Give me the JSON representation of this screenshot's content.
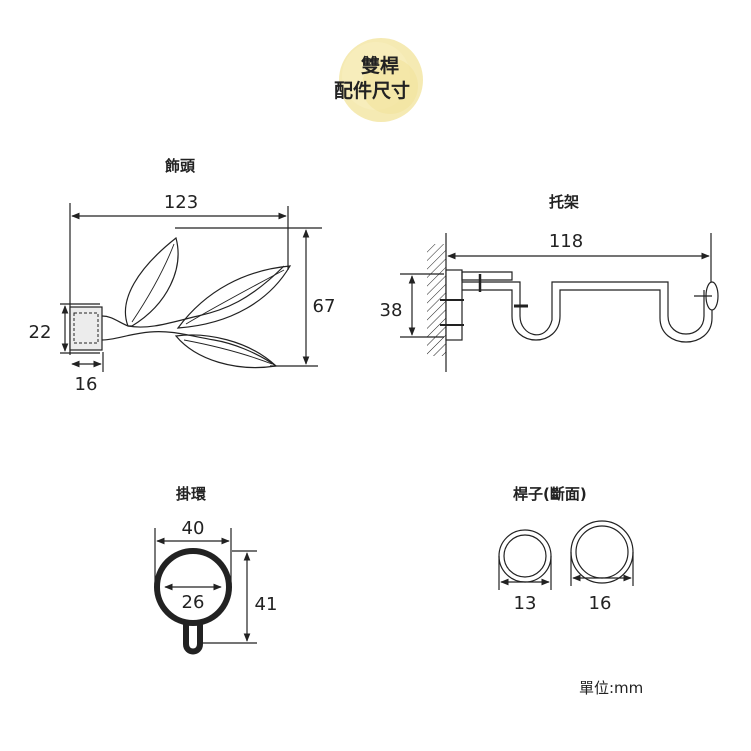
{
  "header": {
    "line1": "雙桿",
    "line2": "配件尺寸",
    "badge_color": "#f2e29a"
  },
  "finial": {
    "title": "飾頭",
    "width": "123",
    "height": "67",
    "base_height": "22",
    "base_width": "16"
  },
  "bracket": {
    "title": "托架",
    "width": "118",
    "height": "38"
  },
  "ring": {
    "title": "掛環",
    "outer": "40",
    "inner": "26",
    "height": "41"
  },
  "rod": {
    "title": "桿子(斷面)",
    "small": "13",
    "large": "16"
  },
  "footer": {
    "unit": "單位:mm"
  }
}
